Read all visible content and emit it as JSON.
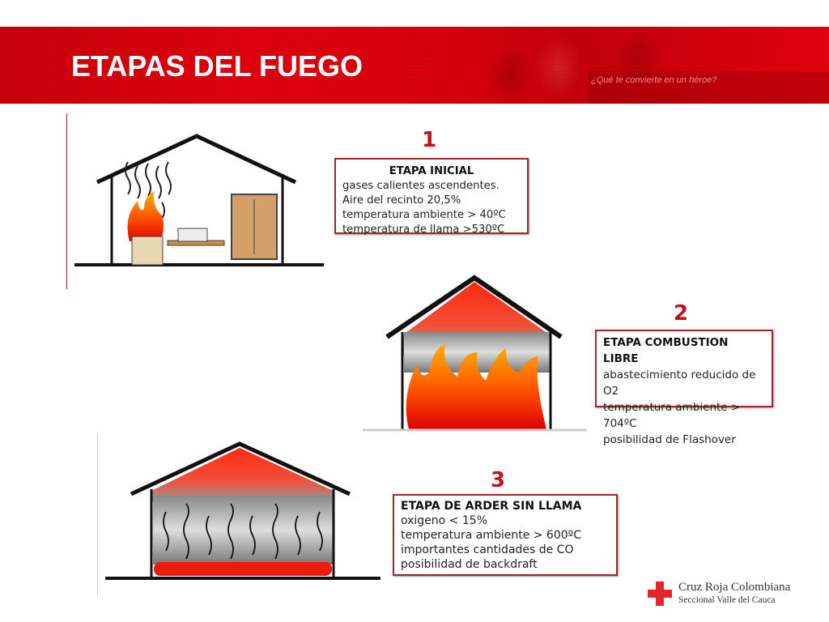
{
  "header": {
    "title": "ETAPAS DEL FUEGO",
    "slogan": "¿Qué te convierte en un héroe?",
    "color": "#d8000c"
  },
  "stages": [
    {
      "number": "1",
      "heading": "ETAPA INICIAL",
      "lines": [
        "gases calientes ascendentes.",
        "Aire del recinto 20,5%",
        "temperatura ambiente > 40ºC",
        "temperatura de llama >530ºC"
      ]
    },
    {
      "number": "2",
      "heading": "ETAPA COMBUSTION LIBRE",
      "lines": [
        "abastecimiento reducido de O2",
        "temperatura ambiente > 704ºC",
        "posibilidad de Flashover"
      ]
    },
    {
      "number": "3",
      "heading": "ETAPA DE ARDER SIN LLAMA",
      "lines": [
        "oxigeno < 15%",
        "temperatura ambiente > 600ºC",
        "importantes cantidades de CO",
        "posibilidad de backdraft"
      ]
    }
  ],
  "logo": {
    "name": "Cruz Roja Colombiana",
    "subtitle": "Seccional Valle del Cauca",
    "icon": "red-cross-icon",
    "color": "#e3262b"
  },
  "colors": {
    "box_border": "#a3262d",
    "number": "#c0141a"
  }
}
